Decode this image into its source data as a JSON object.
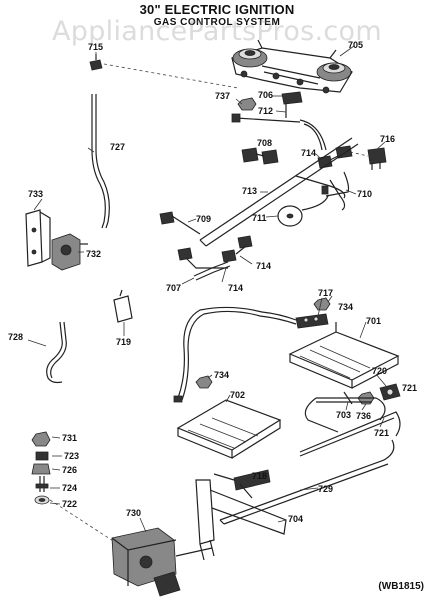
{
  "diagram": {
    "title": "30\" ELECTRIC IGNITION",
    "subtitle": "GAS CONTROL SYSTEM",
    "watermark": "AppliancePartsPros.com",
    "drawing_code": "(WB1815)",
    "callouts": [
      "701",
      "702",
      "703",
      "704",
      "705",
      "706",
      "707",
      "708",
      "709",
      "710",
      "711",
      "712",
      "713",
      "714",
      "715",
      "716",
      "717",
      "718",
      "719",
      "720",
      "721",
      "722",
      "723",
      "724",
      "726",
      "727",
      "728",
      "729",
      "730",
      "731",
      "732",
      "733",
      "734",
      "736",
      "737"
    ]
  }
}
